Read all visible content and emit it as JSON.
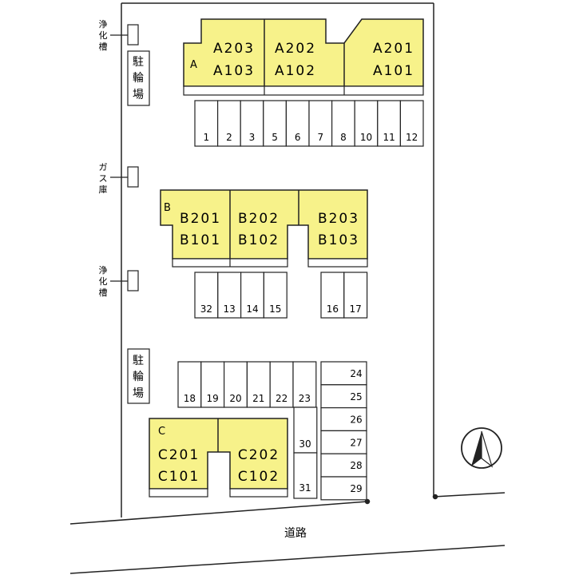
{
  "buildings": [
    {
      "letter": "A",
      "units": [
        {
          "upper": "A203",
          "lower": "A103"
        },
        {
          "upper": "A202",
          "lower": "A102"
        },
        {
          "upper": "A201",
          "lower": "A101"
        }
      ]
    },
    {
      "letter": "B",
      "units": [
        {
          "upper": "B201",
          "lower": "B101"
        },
        {
          "upper": "B202",
          "lower": "B102"
        },
        {
          "upper": "B203",
          "lower": "B103"
        }
      ]
    },
    {
      "letter": "C",
      "units": [
        {
          "upper": "C201",
          "lower": "C101"
        },
        {
          "upper": "C202",
          "lower": "C102"
        }
      ]
    }
  ],
  "parking": {
    "row_a": [
      "1",
      "2",
      "3",
      "5",
      "6",
      "7",
      "8",
      "10",
      "11",
      "12"
    ],
    "row_b_left": [
      "32",
      "13",
      "14",
      "15"
    ],
    "row_b_right": [
      "16",
      "17"
    ],
    "row_c": [
      "18",
      "19",
      "20",
      "21",
      "22",
      "23"
    ],
    "col_mid": [
      "30",
      "31"
    ],
    "col_right": [
      "24",
      "25",
      "26",
      "27",
      "28",
      "29"
    ]
  },
  "facilities": {
    "septic_1": [
      "浄",
      "化",
      "槽"
    ],
    "gas": [
      "ガ",
      "ス",
      "庫"
    ],
    "septic_2": [
      "浄",
      "化",
      "槽"
    ],
    "bike_1": [
      "駐",
      "輪",
      "場"
    ],
    "bike_2": [
      "駐",
      "輪",
      "場"
    ]
  },
  "road_label": "道路",
  "colors": {
    "building_fill": "#f7f28a",
    "line": "#222222"
  }
}
